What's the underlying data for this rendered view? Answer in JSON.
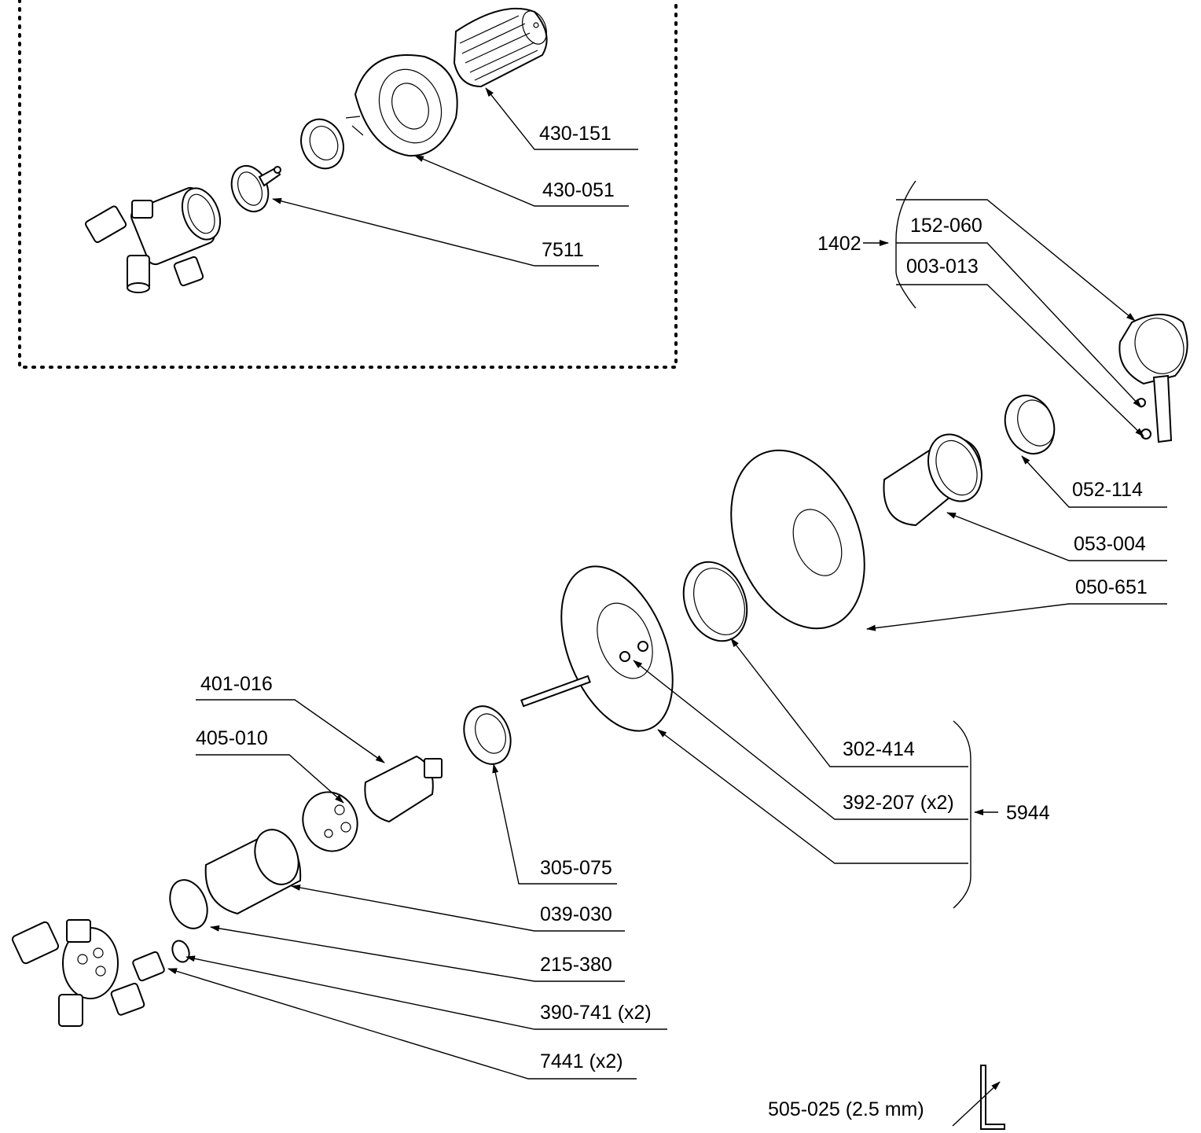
{
  "labels": {
    "p430_151": "430-151",
    "p430_051": "430-051",
    "p7511": "7511",
    "k1402": "1402",
    "p152_060": "152-060",
    "p003_013": "003-013",
    "p052_114": "052-114",
    "p053_004": "053-004",
    "p050_651": "050-651",
    "p401_016": "401-016",
    "p405_010": "405-010",
    "p302_414": "302-414",
    "p392_207": "392-207 (x2)",
    "k5944": "5944",
    "p305_075": "305-075",
    "p039_030": "039-030",
    "p215_380": "215-380",
    "p390_741": "390-741 (x2)",
    "p7441": "7441 (x2)",
    "p505_025": "505-025 (2.5 mm)"
  }
}
